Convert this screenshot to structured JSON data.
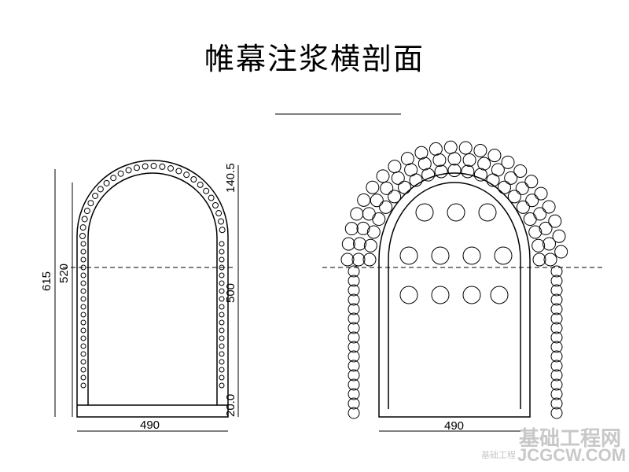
{
  "title": "帷幕注浆横剖面",
  "left_section": {
    "dims": {
      "total_height": "615",
      "inner_height": "520",
      "width": "490",
      "top": "140.5",
      "middle": "500",
      "bottom": "20.0"
    }
  },
  "right_section": {
    "dims": {
      "width": "490"
    }
  },
  "watermark": {
    "cn": "基础工程网",
    "en": "JCGCW.COM",
    "small": "基础工程"
  }
}
